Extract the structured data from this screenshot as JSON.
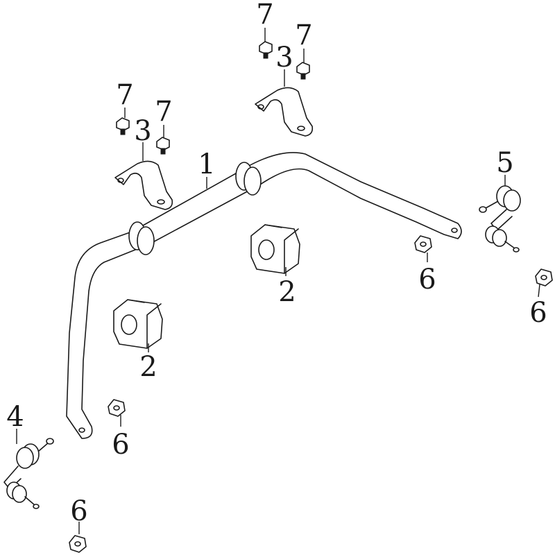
{
  "callouts": {
    "c1": "1",
    "c2a": "2",
    "c2b": "2",
    "c3a": "3",
    "c3b": "3",
    "c4": "4",
    "c5": "5",
    "c6a": "6",
    "c6b": "6",
    "c6c": "6",
    "c6d": "6",
    "c7a": "7",
    "c7b": "7",
    "c7c": "7",
    "c7d": "7"
  }
}
